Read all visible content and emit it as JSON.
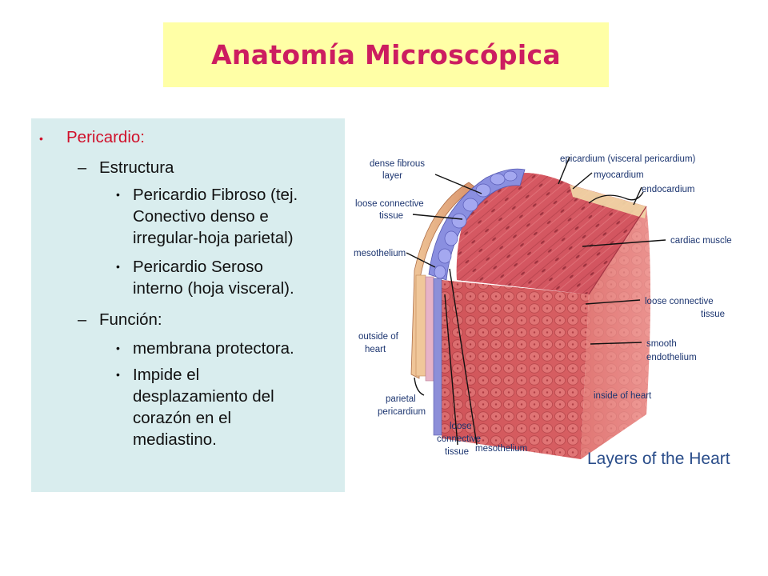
{
  "slide": {
    "title": "Anatomía Microscópica"
  },
  "content": {
    "heading": "Pericardio:",
    "structure_label": "Estructura",
    "structure_items": [
      [
        "Pericardio Fibroso (tej.",
        "Conectivo denso e",
        "irregular-hoja parietal)"
      ],
      [
        "Pericardio Seroso",
        "interno (hoja visceral)."
      ]
    ],
    "function_label": "Función:",
    "function_items": [
      [
        "membrana protectora."
      ],
      [
        "Impide el",
        "desplazamiento del",
        "corazón en el",
        "mediastino."
      ]
    ]
  },
  "figure": {
    "caption": "Layers of the Heart",
    "labels": {
      "dense_fibrous": [
        "dense fibrous",
        "layer"
      ],
      "loose_connective_left": [
        "loose connective",
        "tissue"
      ],
      "mesothelium_left": [
        "mesothelium"
      ],
      "outside_heart": [
        "outside of",
        "heart"
      ],
      "parietal_pericardium": [
        "parietal",
        "pericardium"
      ],
      "loose_connective_bottom": [
        "loose",
        "connective",
        "tissue"
      ],
      "mesothelium_bottom": [
        "mesothelium"
      ],
      "epicardium": [
        "epicardium (visceral pericardium)"
      ],
      "myocardium": [
        "myocardium"
      ],
      "endocardium": [
        "endocardium"
      ],
      "cardiac_muscle": [
        "cardiac muscle"
      ],
      "loose_connective_right": [
        "loose connective",
        "tissue"
      ],
      "smooth_endothelium": [
        "smooth",
        "endothelium"
      ],
      "inside_heart": [
        "inside of heart"
      ]
    }
  },
  "colors": {
    "title_bg": "#ffffa6",
    "title_text": "#cc1d60",
    "panel_bg": "#d9edee",
    "heading_text": "#d0112b",
    "label_text": "#1c3570"
  }
}
